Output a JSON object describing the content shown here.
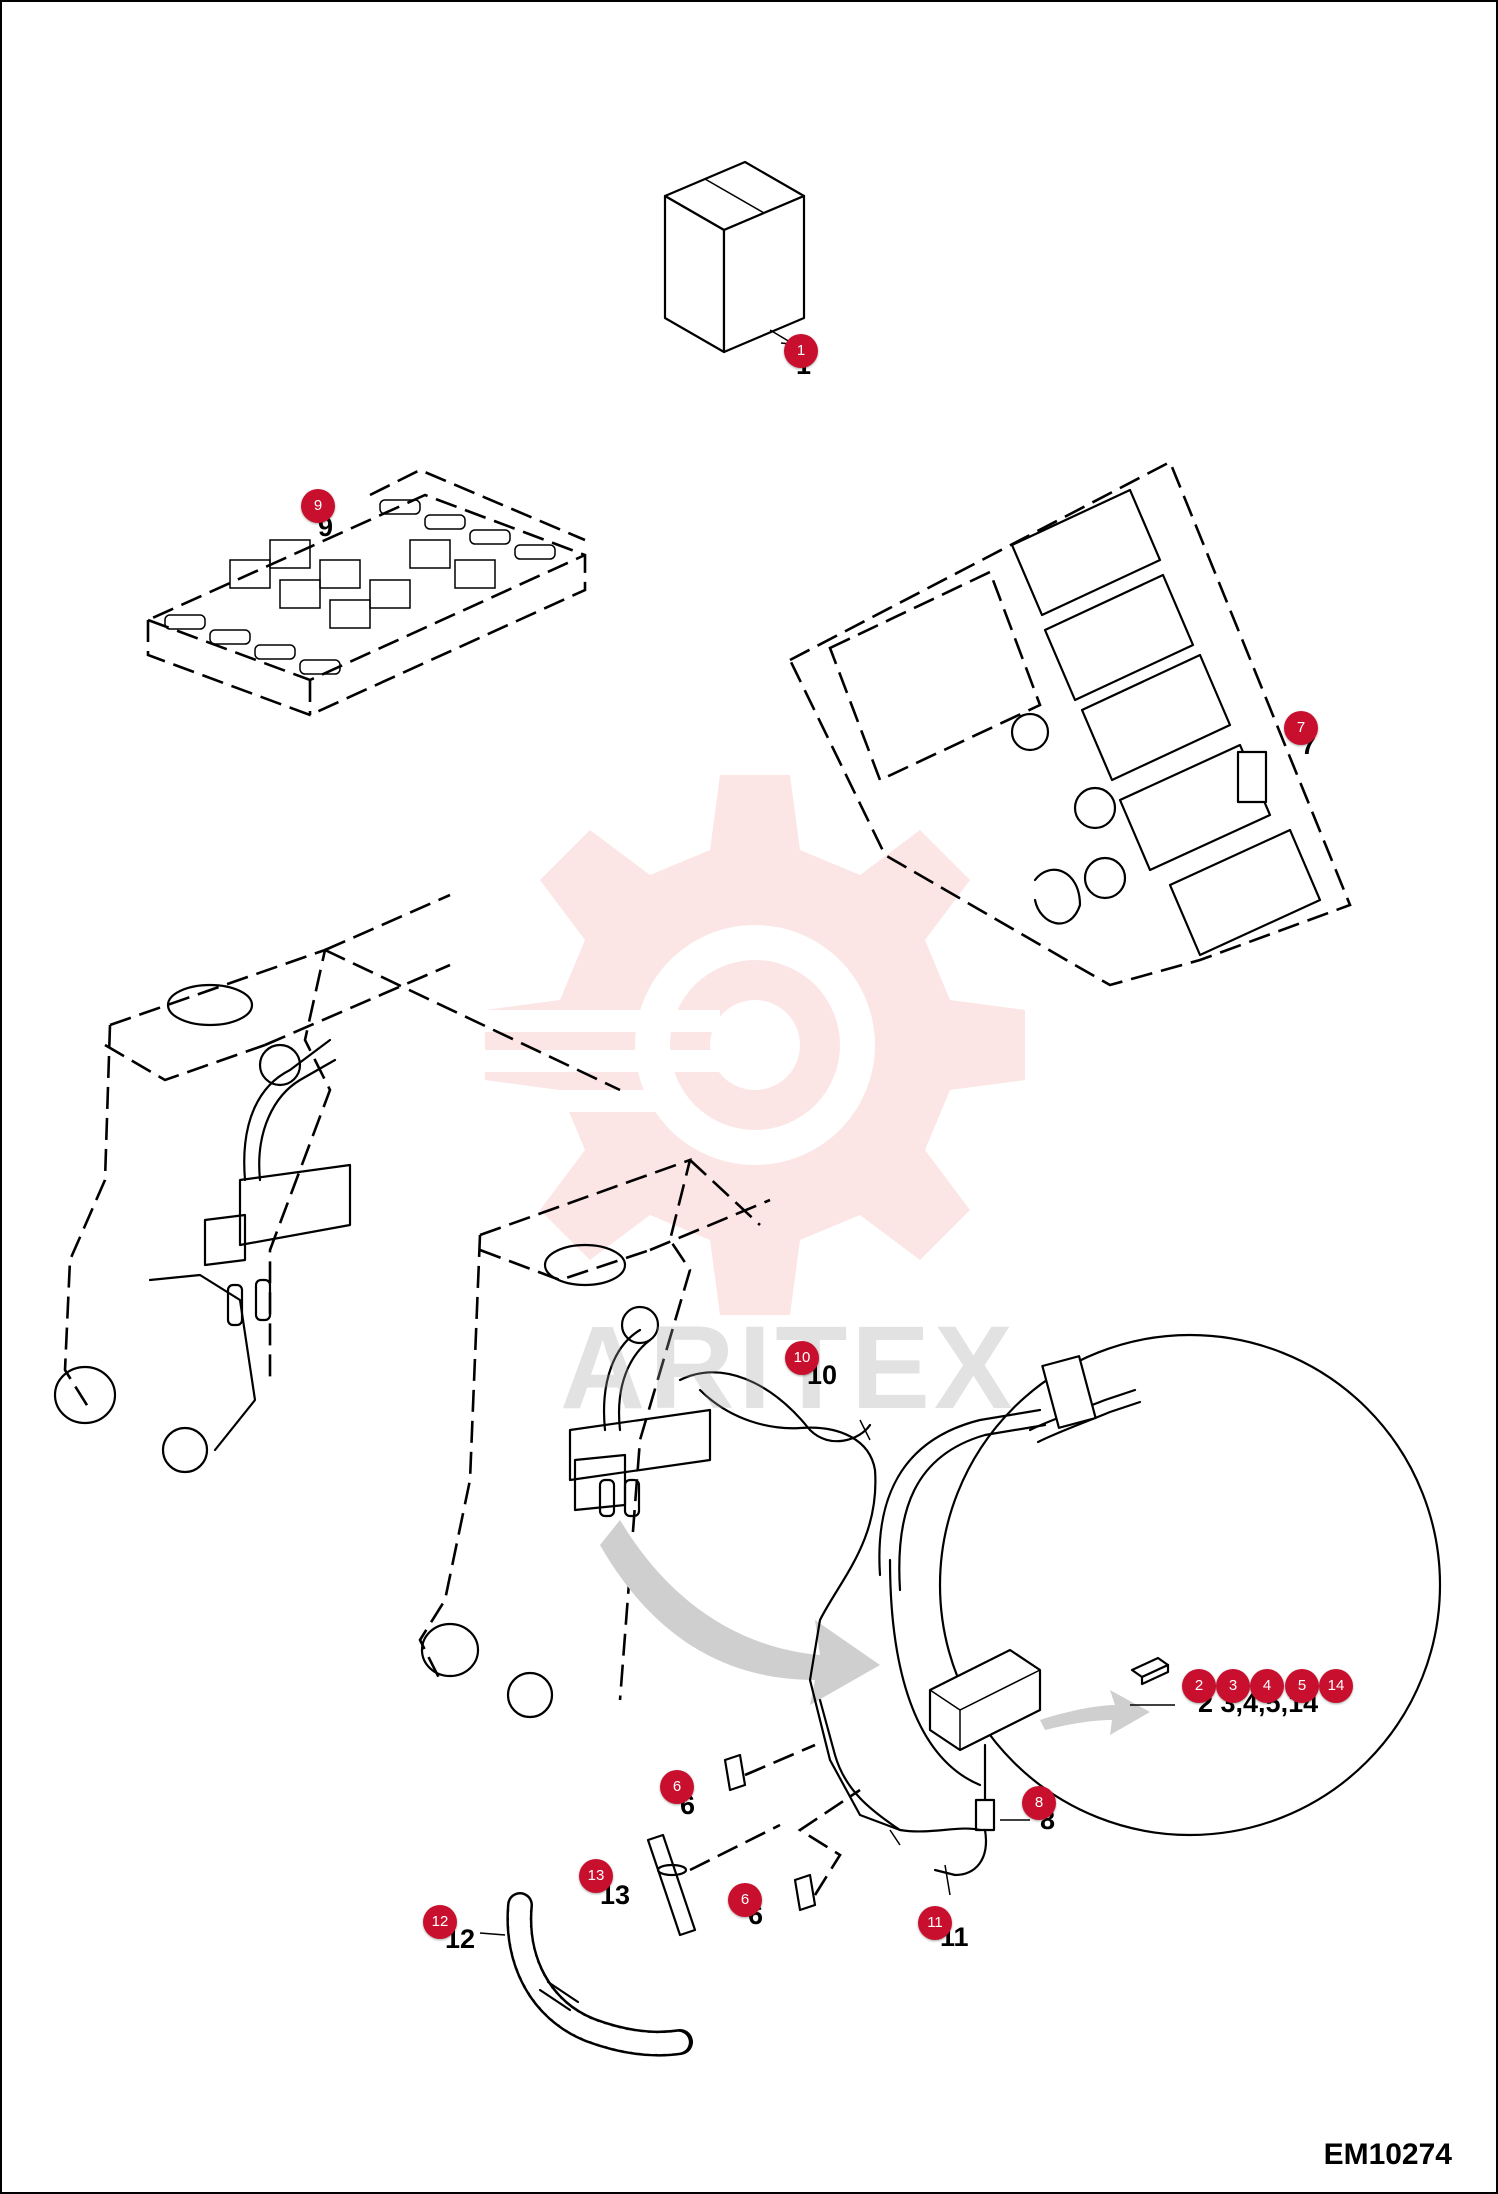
{
  "diagram": {
    "id": "EM10274",
    "watermark": "ARITEX",
    "colors": {
      "callout": "#c8102e",
      "callout_text": "#ffffff",
      "watermark": "#f5a3a3",
      "arrow": "#cfcfcf",
      "line": "#000000"
    },
    "callouts": [
      {
        "id": "1",
        "text": "1"
      },
      {
        "id": "9",
        "text": "9"
      },
      {
        "id": "7",
        "text": "7"
      },
      {
        "id": "10",
        "text": "10"
      },
      {
        "id": "2",
        "text": "2"
      },
      {
        "id": "3",
        "text": "3"
      },
      {
        "id": "4",
        "text": "4"
      },
      {
        "id": "5",
        "text": "5"
      },
      {
        "id": "14",
        "text": "14"
      },
      {
        "id": "8",
        "text": "8"
      },
      {
        "id": "6a",
        "text": "6"
      },
      {
        "id": "13",
        "text": "13"
      },
      {
        "id": "6b",
        "text": "6"
      },
      {
        "id": "11",
        "text": "11"
      },
      {
        "id": "12",
        "text": "12"
      }
    ],
    "part_labels": [
      {
        "id": "1",
        "text": "1"
      },
      {
        "id": "9",
        "text": "9"
      },
      {
        "id": "7",
        "text": "7"
      },
      {
        "id": "10",
        "text": "10"
      },
      {
        "id": "2-14",
        "text": "2 3,4,5,14"
      },
      {
        "id": "8",
        "text": "8"
      },
      {
        "id": "6a",
        "text": "6"
      },
      {
        "id": "13",
        "text": "13"
      },
      {
        "id": "6b",
        "text": "6"
      },
      {
        "id": "11",
        "text": "11"
      },
      {
        "id": "12",
        "text": "12"
      }
    ]
  }
}
